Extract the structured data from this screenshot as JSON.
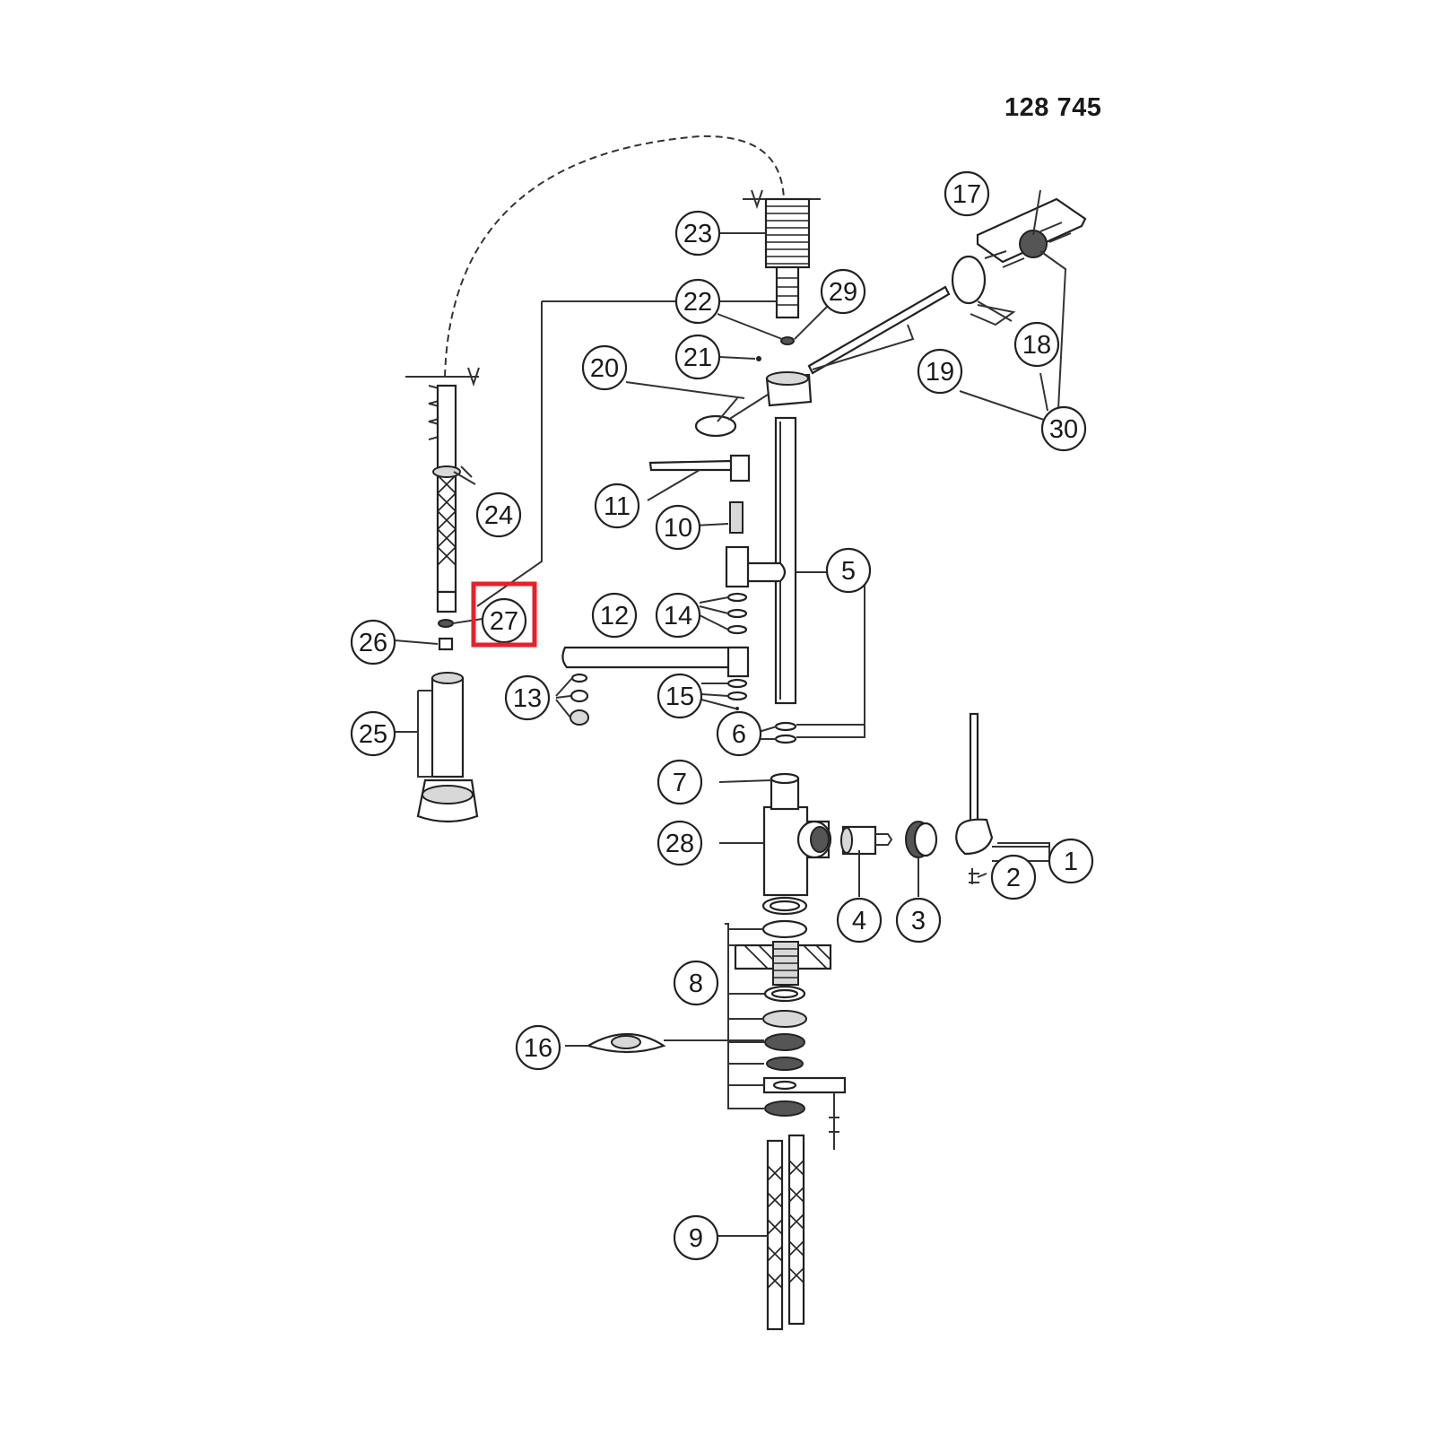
{
  "part_number": "128 745",
  "highlight_color": "#e8202a",
  "highlighted_callout": "27",
  "callouts": [
    {
      "label": "1"
    },
    {
      "label": "2"
    },
    {
      "label": "3"
    },
    {
      "label": "4"
    },
    {
      "label": "5"
    },
    {
      "label": "6"
    },
    {
      "label": "7"
    },
    {
      "label": "8"
    },
    {
      "label": "9"
    },
    {
      "label": "10"
    },
    {
      "label": "11"
    },
    {
      "label": "12"
    },
    {
      "label": "13"
    },
    {
      "label": "14"
    },
    {
      "label": "15"
    },
    {
      "label": "16"
    },
    {
      "label": "17"
    },
    {
      "label": "18"
    },
    {
      "label": "19"
    },
    {
      "label": "20"
    },
    {
      "label": "21"
    },
    {
      "label": "22"
    },
    {
      "label": "23"
    },
    {
      "label": "24"
    },
    {
      "label": "25"
    },
    {
      "label": "26"
    },
    {
      "label": "27"
    },
    {
      "label": "28"
    },
    {
      "label": "29"
    },
    {
      "label": "30"
    }
  ]
}
